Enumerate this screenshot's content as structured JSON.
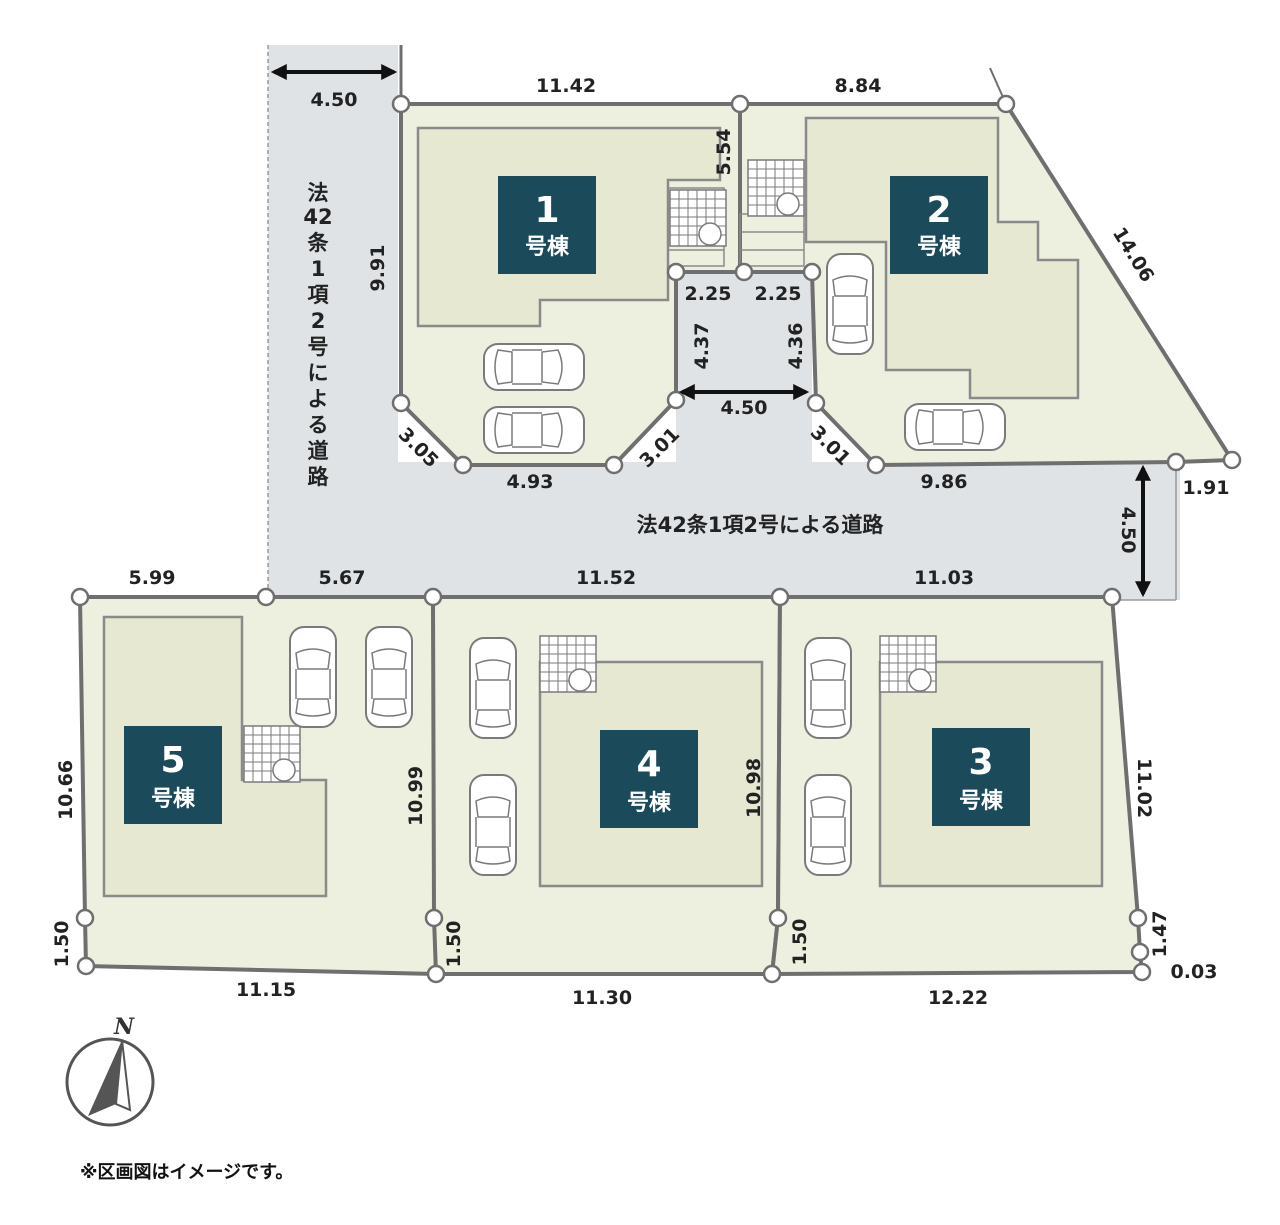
{
  "lots": [
    {
      "number": "1",
      "label": "号棟"
    },
    {
      "number": "2",
      "label": "号棟"
    },
    {
      "number": "3",
      "label": "号棟"
    },
    {
      "number": "4",
      "label": "号棟"
    },
    {
      "number": "5",
      "label": "号棟"
    }
  ],
  "road_labels": {
    "vertical": [
      "法",
      "42",
      "条",
      "1",
      "項",
      "2",
      "号",
      "に",
      "よ",
      "る",
      "道",
      "路"
    ],
    "horizontal": "法42条1項2号による道路"
  },
  "dimensions": {
    "road_width_top": "4.50",
    "lot1_top": "11.42",
    "lot2_top": "8.84",
    "lot1_left": "9.91",
    "lot1_inner_right": "5.54",
    "lot2_diagonal": "14.06",
    "cul_left_top": "2.25",
    "cul_right_top": "2.25",
    "cul_left_side": "4.37",
    "cul_right_side": "4.36",
    "cul_width": "4.50",
    "lot1_corner": "3.05",
    "lot1_bottom": "4.93",
    "lot1_chamfer": "3.01",
    "lot2_chamfer": "3.01",
    "lot2_bottom": "9.86",
    "lot2_end": "1.91",
    "road_width_right": "4.50",
    "lot5_top_left": "5.99",
    "lot5_top_right": "5.67",
    "lot4_top": "11.52",
    "lot3_top": "11.03",
    "lot5_left": "10.66",
    "lot4_left": "10.99",
    "lot4_right": "10.98",
    "lot3_right": "11.02",
    "lot5_corner": "1.50",
    "lot4_corner": "1.50",
    "lot3_corner_left": "1.50",
    "lot3_corner_right": "1.47",
    "lot3_tiny": "0.03",
    "lot5_bottom": "11.15",
    "lot4_bottom": "11.30",
    "lot3_bottom": "12.22"
  },
  "compass": {
    "label": "N"
  },
  "note": "※区画図はイメージです。",
  "colors": {
    "badge": "#1b4a5a",
    "lot_fill": "#eef0df",
    "road_fill": "#dfe3e6",
    "boundary": "#6f6f6f"
  }
}
